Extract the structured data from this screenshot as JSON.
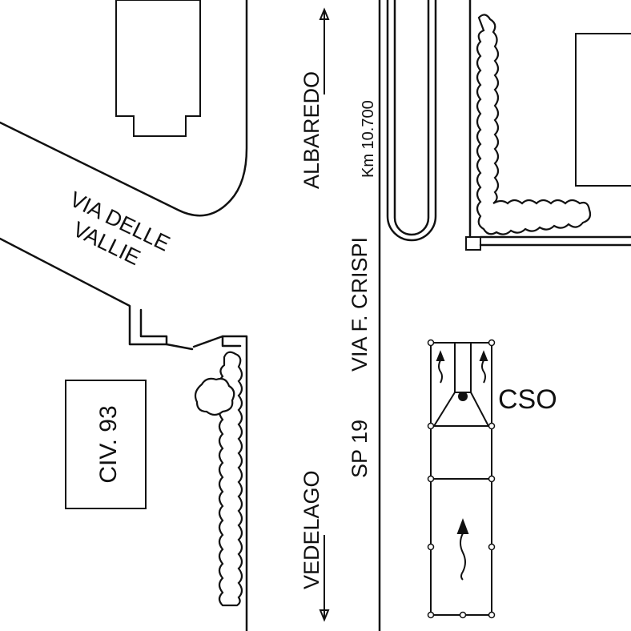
{
  "labels": {
    "via_delle_vallie_line1": "VIA DELLE",
    "via_delle_vallie_line2": "VALLIE",
    "civic_number": "CIV. 93",
    "direction_north": "ALBAREDO",
    "direction_south": "VEDELAGO",
    "kilometer_marker": "Km 10.700",
    "street_name": "VIA F. CRISPI",
    "road_code": "SP 19",
    "vehicle_tag": "CSO"
  },
  "icons": [
    "double-arrow-up-icon",
    "double-arrow-down-icon",
    "direction-arrow-icon",
    "camera-dot-icon"
  ],
  "colors": {
    "ink": "#111111",
    "paper": "#ffffff"
  }
}
